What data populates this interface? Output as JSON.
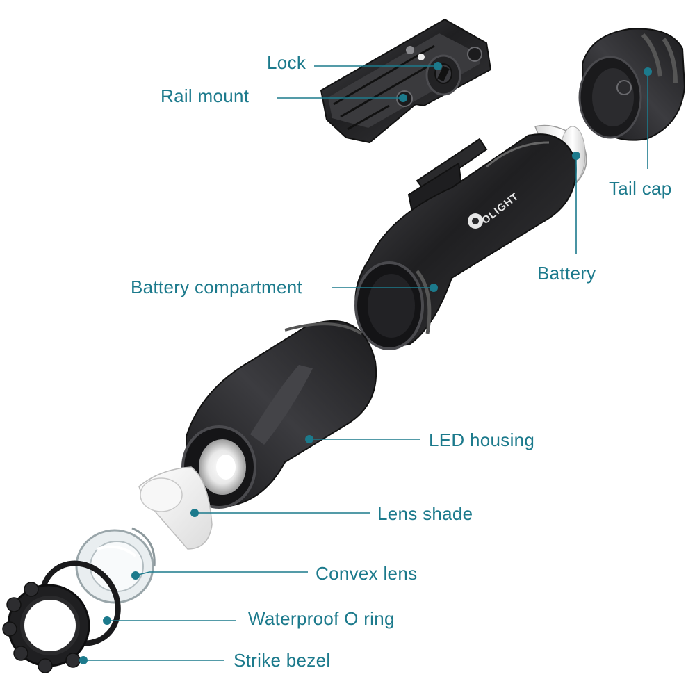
{
  "brand": "OLIGHT",
  "colors": {
    "label": "#1c7a8c",
    "leader": "#1c7a8c",
    "part_metal": "#2a2a2c",
    "part_highlight": "#5a5a5e",
    "battery": "#f0f0f0",
    "lens_shade": "#f4f4f4"
  },
  "labels": {
    "lock": "Lock",
    "rail_mount": "Rail mount",
    "tail_cap": "Tail cap",
    "battery": "Battery",
    "battery_compartment": "Battery compartment",
    "led_housing": "LED housing",
    "lens_shade": "Lens shade",
    "convex_lens": "Convex lens",
    "waterproof_o_ring": "Waterproof O ring",
    "strike_bezel": "Strike bezel"
  }
}
